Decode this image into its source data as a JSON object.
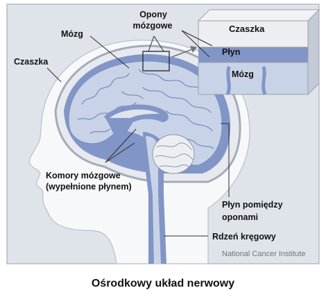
{
  "labels": {
    "czaszka_left": "Czaszka",
    "mozg_top": "Mózg",
    "opony_line1": "Opony",
    "opony_line2": "mózgowe",
    "inset_czaszka": "Czaszka",
    "inset_plyn": "Płyn",
    "inset_mozg": "Mózg",
    "komory_line1": "Komory mózgowe",
    "komory_line2": "(wypełnione płynem)",
    "plyn_pomiedzy_line1": "Płyn pomiędzy",
    "plyn_pomiedzy_line2": "oponami",
    "rdzen": "Rdzeń kręgowy"
  },
  "credit": "National Cancer Institute",
  "caption": "Ośrodkowy układ nerwowy",
  "colors": {
    "panel_bg": "#dfe3ea",
    "head_fill": "#f7f8fa",
    "brain": "#c9d3e8",
    "fluid_blue": "#8196c6",
    "cerebellum": "#eceef2"
  }
}
